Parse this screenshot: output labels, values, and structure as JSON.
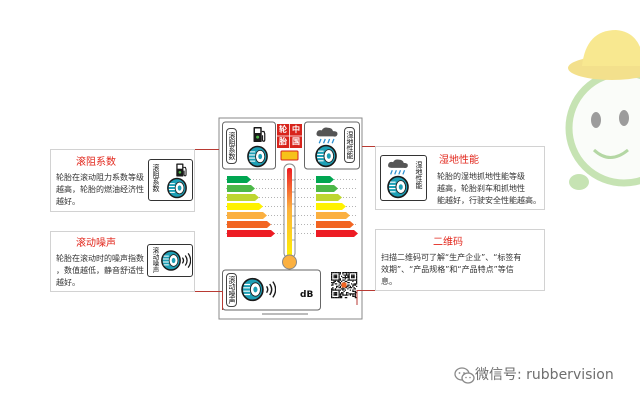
{
  "callouts": {
    "rolling_resistance": {
      "title": "滚阻系数",
      "lines": [
        "轮胎在滚动阻力系数等级",
        "越高，轮胎的燃油经济性",
        "越好。"
      ],
      "icon_label": "滚阻系数"
    },
    "rolling_noise": {
      "title": "滚动噪声",
      "lines": [
        "轮胎在滚动时的噪声指数",
        "，数值越低，静音舒适性",
        "越好。"
      ],
      "icon_label": "滚动噪声"
    },
    "wet_grip": {
      "title": "湿地性能",
      "lines": [
        "轮胎的湿地抓地性能等级",
        "越高，轮胎刹车和抓地性",
        "能越好，行驶安全性能越高。"
      ],
      "icon_label": "湿地性能"
    },
    "qr_code": {
      "title": "二维码",
      "lines": [
        "扫描二维码可了解“生产企业”、“标签有",
        "效期”、“产品规格”和“产品特点”等信",
        "息。"
      ]
    }
  },
  "label": {
    "rolling_resistance_label": "滚阻系数",
    "wet_grip_label": "湿地性能",
    "noise_label": "滚动噪声",
    "noise_unit": "dB",
    "logo_chars": [
      "轮",
      "中",
      "胎",
      "国"
    ]
  },
  "watermark": {
    "text": "微信号: rubbervision"
  },
  "icons": {
    "fuel": "fuel-pump-icon",
    "tire": "tire-icon",
    "rain": "rain-cloud-icon",
    "sound": "sound-waves-icon",
    "qr": "qr-code-icon",
    "wechat": "wechat-icon"
  },
  "colors": {
    "accent": "#e2271c",
    "connector": "#b83a33",
    "logo": "#d8241c",
    "grades": [
      "#00a651",
      "#4cb848",
      "#bed630",
      "#fff200",
      "#fbb040",
      "#f26522",
      "#ed1c24"
    ]
  }
}
